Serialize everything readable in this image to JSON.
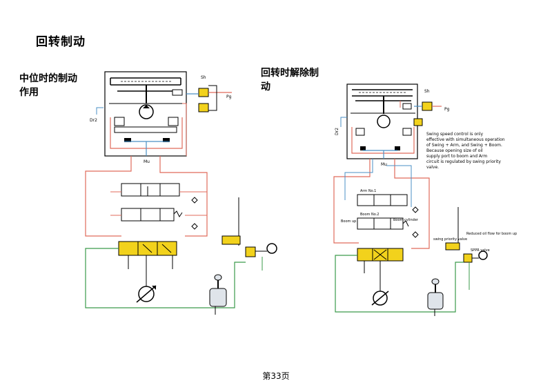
{
  "page": {
    "title": "回转制动",
    "footer": "第33页"
  },
  "left_diagram": {
    "caption_line1": "中位时的制动",
    "caption_line2": "作用",
    "labels": {
      "sh": "Sh",
      "pg": "Pg",
      "dr": "Dr2",
      "mu": "Mu"
    }
  },
  "right_diagram": {
    "caption_line1": "回转时解除制",
    "caption_line2": "动",
    "labels": {
      "sh": "Sh",
      "pg": "Pg",
      "dr": "Dr2",
      "mu": "Mu",
      "arm_no1": "Arm No.1",
      "boom_no2": "Boom No.2",
      "boom_cylinder": "Boom cylinder",
      "boom_up": "Boom up",
      "swing_priority_valve": "swing priority valve",
      "reduced_oil_flow": "Reduced oil flow for boom up",
      "sppr_valve": "SPPR valve"
    },
    "note_lines": [
      "Swing speed control is only",
      "effective with simultaneous operation",
      "of Swing + Arm, and Swing + Boom.",
      "Because opening size of oil",
      "supply port to boom and Arm",
      "circuit is regulated by swing priority",
      "valve."
    ]
  },
  "colors": {
    "pilot_red": "#e06a5a",
    "drain_blue": "#4a8fc4",
    "drain_green": "#3a9a4a",
    "valve_yellow": "#f2d21c",
    "line_black": "#000000"
  }
}
